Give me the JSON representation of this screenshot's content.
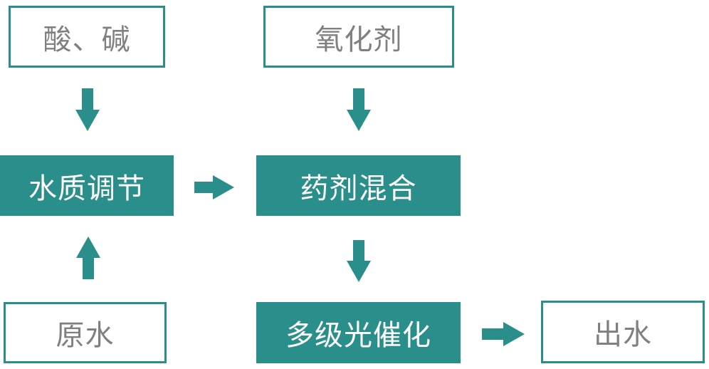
{
  "colors": {
    "accent": "#2a8f8a",
    "outline_text": "#808080",
    "filled_text": "#ffffff"
  },
  "nodes": {
    "acid_base": "酸、碱",
    "oxidant": "氧化剂",
    "water_quality_adjust": "水质调节",
    "reagent_mixing": "药剂混合",
    "raw_water": "原水",
    "photocatalysis": "多级光催化",
    "effluent": "出水"
  }
}
